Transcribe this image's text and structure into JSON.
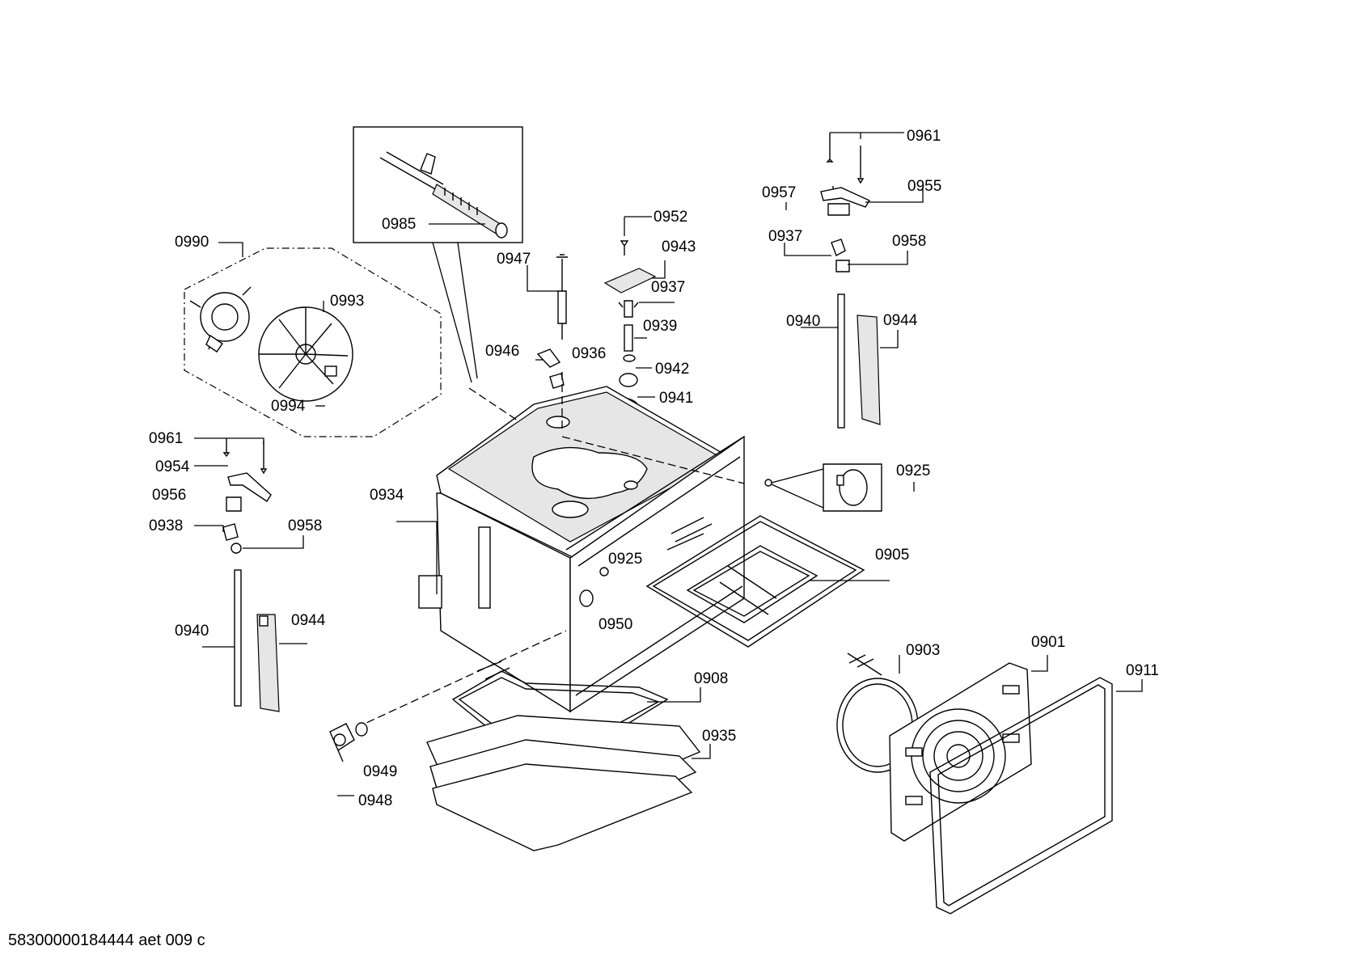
{
  "document_id": "58300000184444 aet 009 c",
  "labels": {
    "p0961a": "0961",
    "p0957": "0957",
    "p0955": "0955",
    "p0937a": "0937",
    "p0958a": "0958",
    "p0940a": "0940",
    "p0944a": "0944",
    "p0985": "0985",
    "p0990": "0990",
    "p0993": "0993",
    "p0994": "0994",
    "p0952": "0952",
    "p0947": "0947",
    "p0943": "0943",
    "p0937b": "0937",
    "p0939": "0939",
    "p0946": "0946",
    "p0936": "0936",
    "p0942": "0942",
    "p0941": "0941",
    "p0961b": "0961",
    "p0954": "0954",
    "p0956": "0956",
    "p0938": "0938",
    "p0958b": "0958",
    "p0934": "0934",
    "p0925a": "0925",
    "p0925b": "0925",
    "p0905": "0905",
    "p0950": "0950",
    "p0940b": "0940",
    "p0944b": "0944",
    "p0908": "0908",
    "p0935": "0935",
    "p0949": "0949",
    "p0948": "0948",
    "p0903": "0903",
    "p0901": "0901",
    "p0911": "0911"
  }
}
